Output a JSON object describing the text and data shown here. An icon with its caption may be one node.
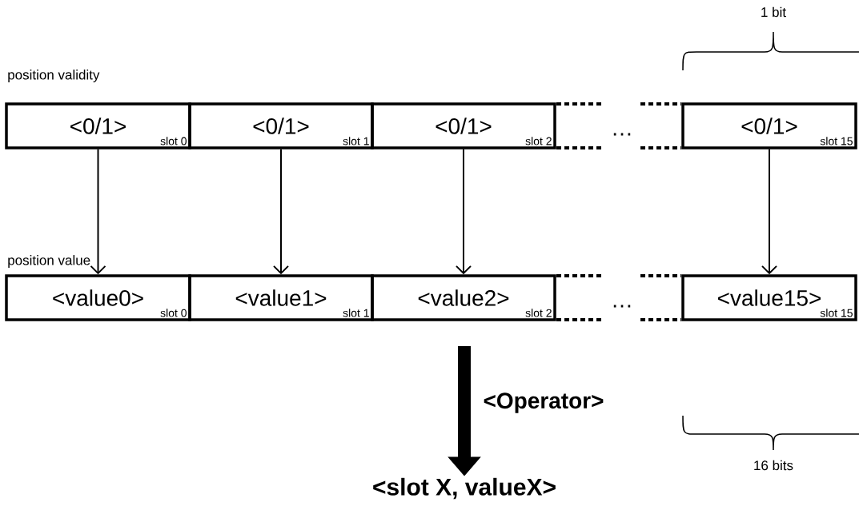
{
  "diagram": {
    "nodes": [
      {
        "text": [
          "<0/1>",
          "slot 0"
        ]
      },
      {
        "text": [
          "<0/1>",
          "slot 1"
        ]
      },
      {
        "text": [
          "<0/1>",
          "slot  2"
        ]
      },
      {
        "text": [
          "<0/1>",
          "slot 15"
        ]
      },
      {
        "text": [
          "<value0>",
          "slot 0"
        ]
      },
      {
        "text": [
          "<value1>",
          "slot 1"
        ]
      },
      {
        "text": [
          "<value2>",
          "slot 2"
        ]
      },
      {
        "text": [
          "<value15>",
          "slot 15"
        ]
      },
      {
        "text": [
          "<slot X, valueX>"
        ]
      }
    ],
    "edges": [
      {
        "from": 0,
        "to": 4,
        "arrow": "to"
      },
      {
        "from": 1,
        "to": 5,
        "arrow": "to"
      },
      {
        "from": 2,
        "to": 6,
        "arrow": "to"
      },
      {
        "from": 3,
        "to": 7,
        "arrow": "to"
      },
      {
        "from": null,
        "to": 8,
        "arrow": "to",
        "style": "thick",
        "label": "<Operator>"
      }
    ],
    "labels": [
      "1 bit",
      "position validity",
      "…",
      "position value",
      "…",
      "16 bits"
    ]
  }
}
